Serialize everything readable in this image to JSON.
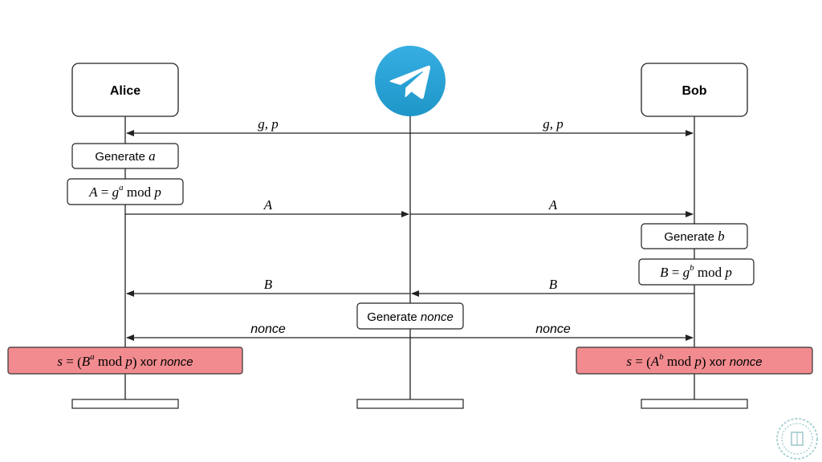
{
  "actors": {
    "alice": "Alice",
    "bob": "Bob",
    "server_icon": "telegram-logo-icon"
  },
  "messages": {
    "g_p_left": "g, p",
    "g_p_right": "g, p",
    "A_left": "A",
    "A_right": "A",
    "B_left": "B",
    "B_right": "B",
    "nonce_left": "nonce",
    "nonce_right": "nonce"
  },
  "notes": {
    "alice_generate_prefix": "Generate ",
    "alice_generate_var": "a",
    "alice_compute": {
      "lhs": "A",
      "eq": " = ",
      "base": "g",
      "exp": "a",
      "mod": " mod ",
      "p": "p"
    },
    "bob_generate_prefix": "Generate ",
    "bob_generate_var": "b",
    "bob_compute": {
      "lhs": "B",
      "eq": " = ",
      "base": "g",
      "exp": "b",
      "mod": " mod ",
      "p": "p"
    },
    "server_generate_prefix": "Generate ",
    "server_generate_var": "nonce"
  },
  "results": {
    "alice": {
      "s": "s",
      "eq": " = ",
      "open": "(",
      "base": "B",
      "exp": "a",
      "mod": " mod ",
      "p": "p",
      "close": ")",
      "xor": " xor ",
      "nonce": "nonce"
    },
    "bob": {
      "s": "s",
      "eq": " = ",
      "open": "(",
      "base": "A",
      "exp": "b",
      "mod": " mod ",
      "p": "p",
      "close": ")",
      "xor": " xor ",
      "nonce": "nonce"
    }
  },
  "colors": {
    "result_fill": "#f28b8f",
    "telegram_blue": "#2aa3dc"
  },
  "watermark_icon": "circular-seal-watermark-icon"
}
